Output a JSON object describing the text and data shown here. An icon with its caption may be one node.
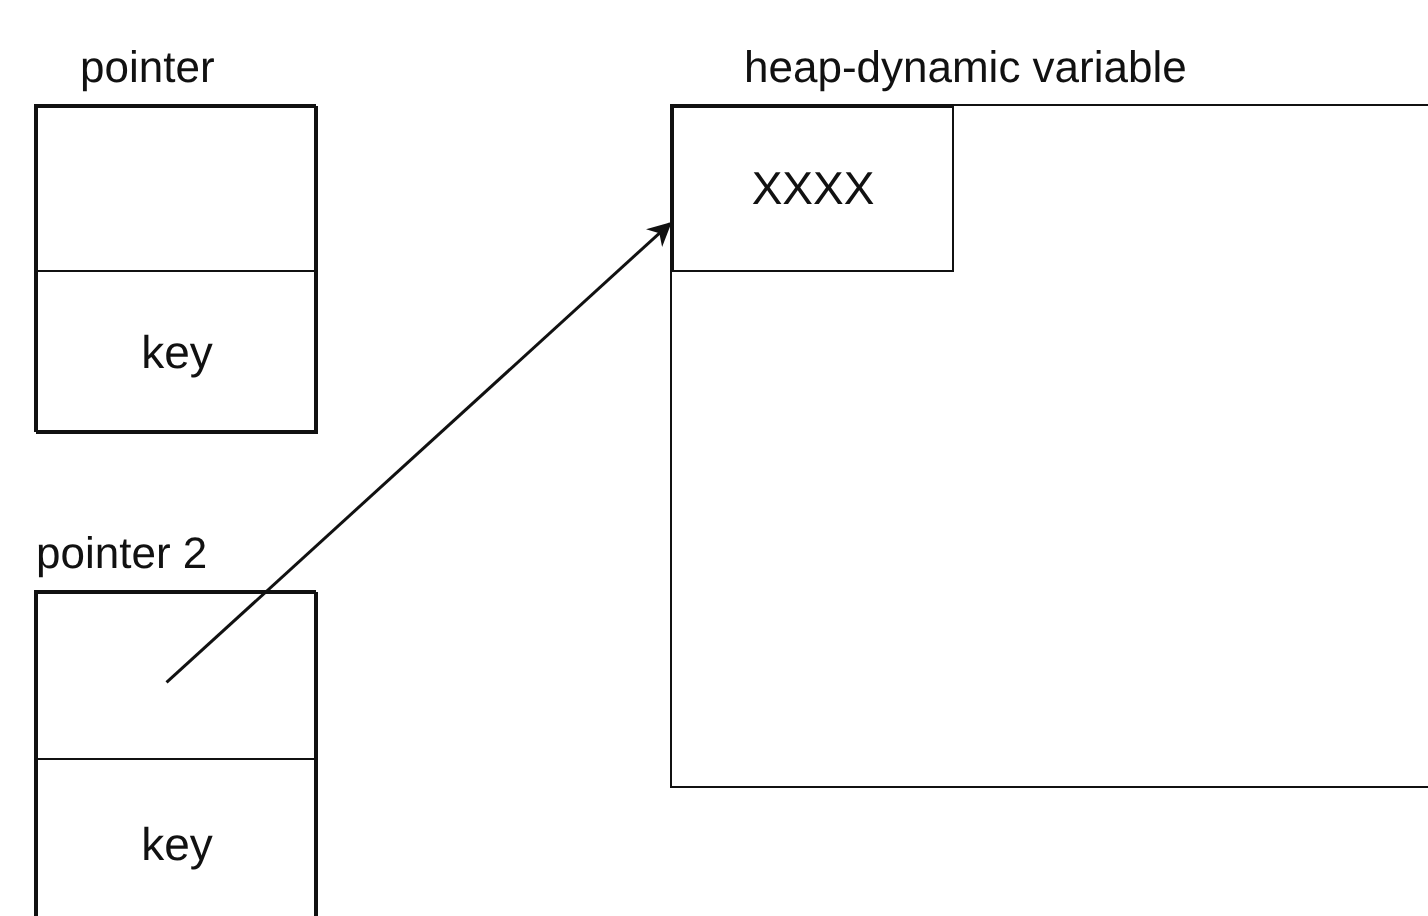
{
  "diagram": {
    "nodes": [
      {
        "text": [
          "pointer"
        ]
      },
      {
        "text": [],
        "shape": "box",
        "in": 0
      },
      {
        "text": [
          "key"
        ],
        "in": 0
      },
      {
        "text": [
          "pointer 2"
        ]
      },
      {
        "text": [],
        "shape": "box",
        "in": 3
      },
      {
        "text": [
          "key"
        ],
        "in": 3
      },
      {
        "text": [
          "heap-dynamic variable"
        ]
      },
      {
        "text": [
          "XXXX"
        ],
        "in": 6
      }
    ],
    "edges": [
      {
        "from": 4,
        "to": 7,
        "arrow": "to"
      }
    ]
  }
}
